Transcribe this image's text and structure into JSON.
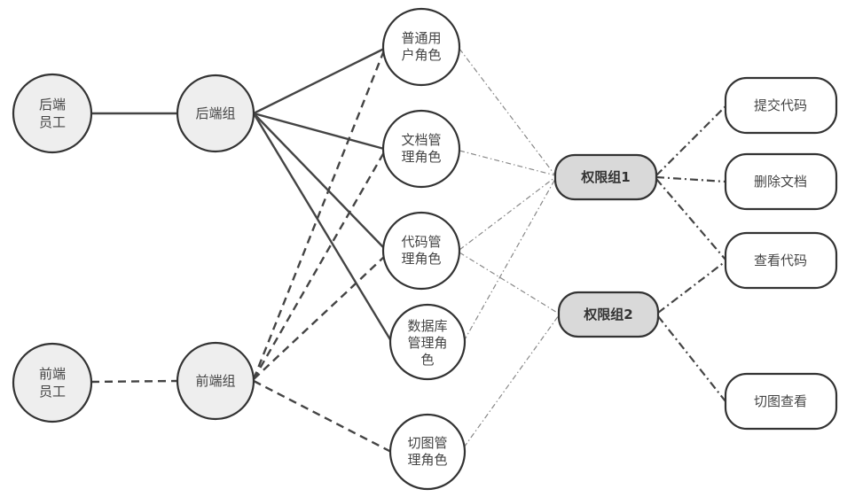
{
  "employees": {
    "backend": [
      "后端",
      "员工"
    ],
    "frontend": [
      "前端",
      "员工"
    ]
  },
  "groups": {
    "backend": "后端组",
    "frontend": "前端组"
  },
  "roles": {
    "normal_user": [
      "普通用",
      "户角色"
    ],
    "doc_admin": [
      "文档管",
      "理角色"
    ],
    "code_admin": [
      "代码管",
      "理角色"
    ],
    "db_admin": [
      "数据库",
      "管理角",
      "色"
    ],
    "slice_admin": [
      "切图管",
      "理角色"
    ]
  },
  "permission_groups": {
    "group1": "权限组1",
    "group2": "权限组2"
  },
  "permissions": {
    "submit_code": "提交代码",
    "delete_doc": "删除文档",
    "view_code": "查看代码",
    "view_slice": "切图查看"
  },
  "colors": {
    "gray_fill": "#eeeeee",
    "perm_group_fill": "#d9d9d9",
    "stroke": "#333333"
  }
}
